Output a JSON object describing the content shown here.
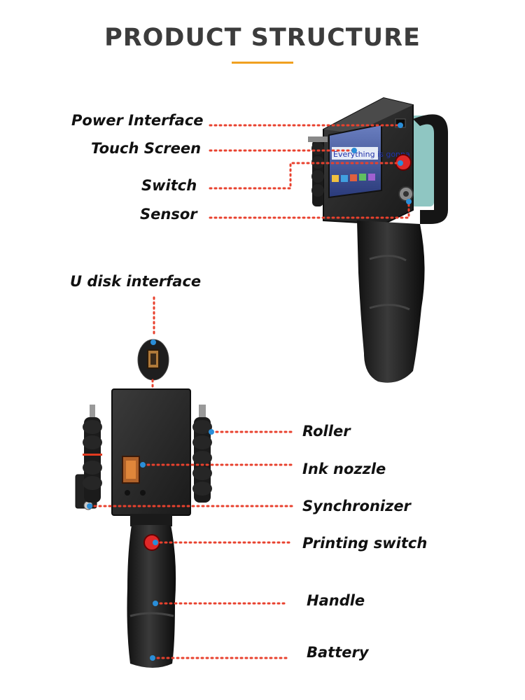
{
  "header": {
    "title": "PRODUCT STRUCTURE",
    "accent_color": "#f0a020"
  },
  "top_device": {
    "screen_text": "Everything is gonna",
    "labels": {
      "power_interface": "Power Interface",
      "touch_screen": "Touch Screen",
      "switch": "Switch",
      "sensor": "Sensor"
    }
  },
  "bottom_device": {
    "labels": {
      "u_disk_interface": "U disk interface",
      "roller": "Roller",
      "ink_nozzle": "Ink nozzle",
      "synchronizer": "Synchronizer",
      "printing_switch": "Printing switch",
      "handle": "Handle",
      "battery": "Battery"
    }
  },
  "colors": {
    "leader_line": "#e8412e",
    "marker": "#2a8ed8",
    "device_body": "#262626",
    "switch_red": "#e02828"
  }
}
